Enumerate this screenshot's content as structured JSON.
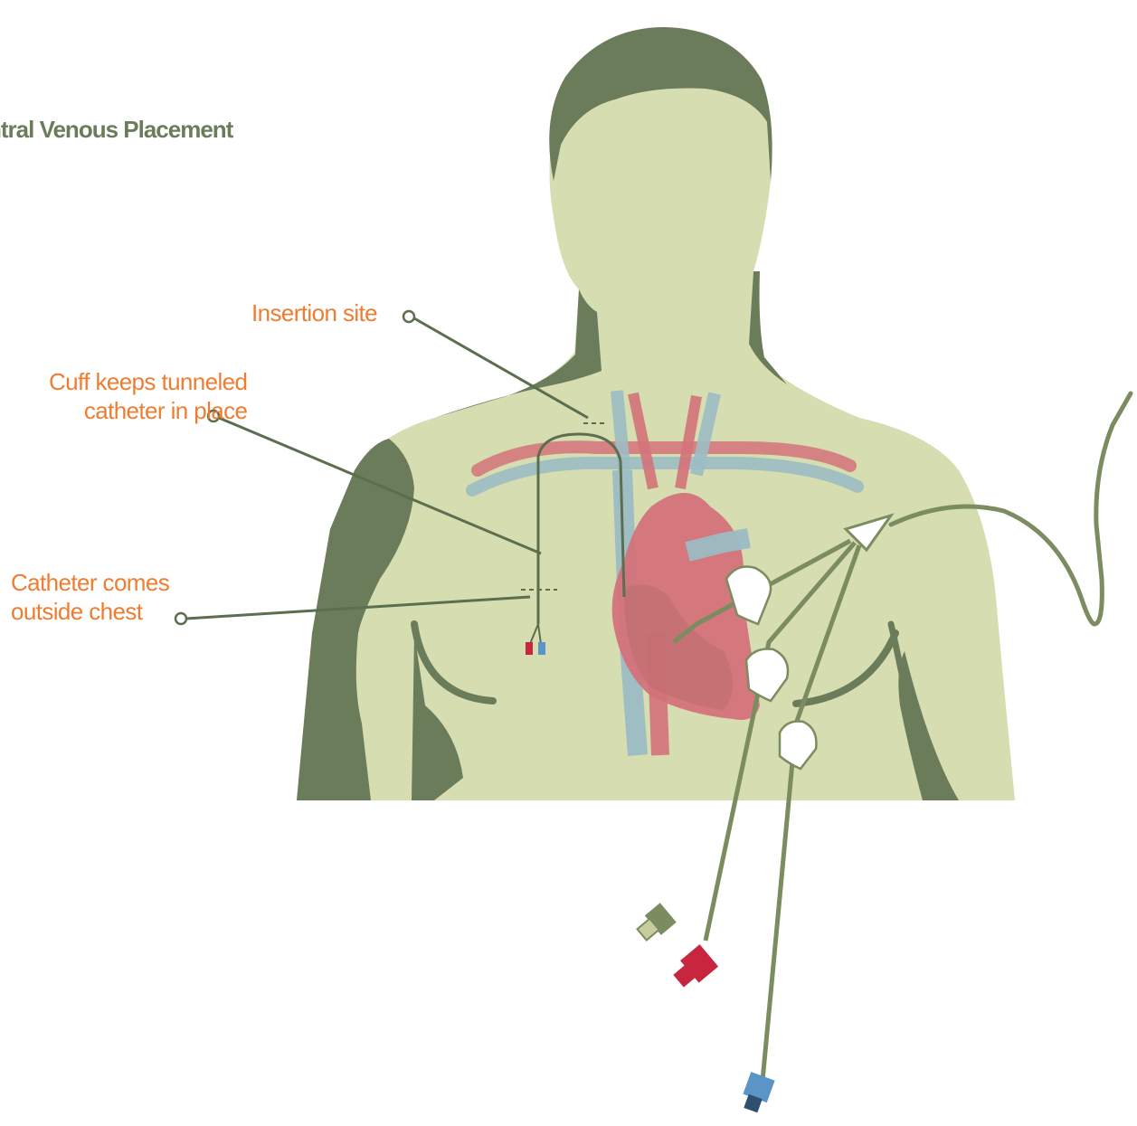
{
  "title": "ntral Venous Placement",
  "labels": {
    "insertion_site": "Insertion site",
    "cuff_line1": "Cuff keeps tunneled",
    "cuff_line2": "catheter in place",
    "outside_line1": "Catheter comes",
    "outside_line2": "outside chest"
  },
  "colors": {
    "skin": "#d5ddb1",
    "shadow": "#6b7c5a",
    "artery": "#d4727a",
    "vein": "#9cbcc4",
    "label": "#ef7d31",
    "red_port": "#c8253f",
    "blue_port": "#5b95c8"
  }
}
